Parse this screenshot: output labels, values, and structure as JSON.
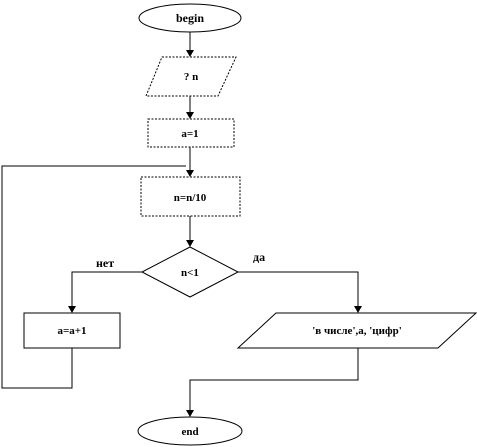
{
  "flowchart": {
    "start": "begin",
    "input": "? n",
    "init": "a=1",
    "divide": "n=n/10",
    "condition": "n<1",
    "increment": "a=a+1",
    "output": "'в числе',a, 'цифр'",
    "end": "end",
    "branch_yes": "да",
    "branch_no": "нет"
  }
}
